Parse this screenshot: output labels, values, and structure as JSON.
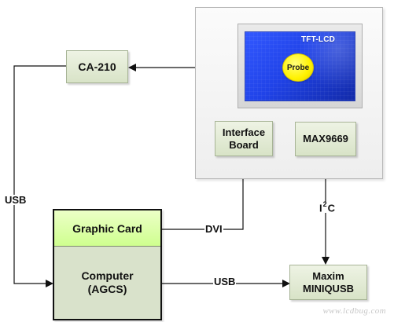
{
  "diagram": {
    "display": {
      "screen_label": "TFT-LCD",
      "probe_label": "Probe"
    },
    "boxes": {
      "ca210": "CA-210",
      "interface_board": "Interface\nBoard",
      "max9669": "MAX9669",
      "graphic_card": "Graphic Card",
      "computer": "Computer\n(AGCS)",
      "maxim_miniqusb": "Maxim\nMINIQUSB"
    },
    "connections": {
      "usb_left": "USB",
      "dvi": "DVI",
      "usb_bottom": "USB",
      "i2c_prefix": "I",
      "i2c_superscript": "2",
      "i2c_suffix": "C"
    },
    "watermark": "www.lcdbug.com"
  },
  "colors": {
    "line": "#111111",
    "box_fill": "#dfe7d1",
    "graphic_card_fill": "#d8ff9f",
    "screen_blue": "#2447f0",
    "probe_yellow": "#fff200"
  }
}
